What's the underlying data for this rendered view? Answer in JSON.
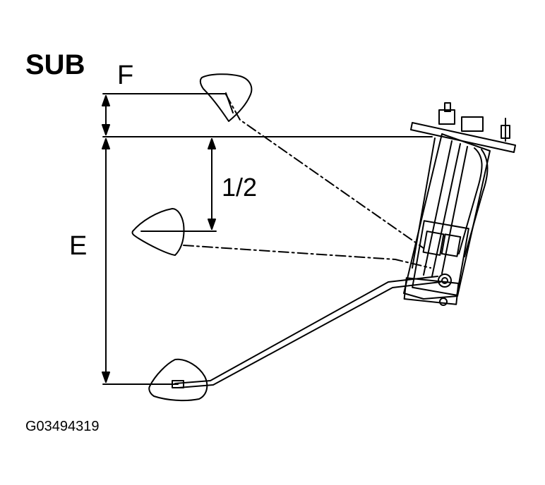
{
  "title": "SUB",
  "labels": {
    "f": "F",
    "half": "1/2",
    "e": "E"
  },
  "figure_id": "G03494319",
  "colors": {
    "ink": "#000000",
    "background": "#ffffff"
  }
}
